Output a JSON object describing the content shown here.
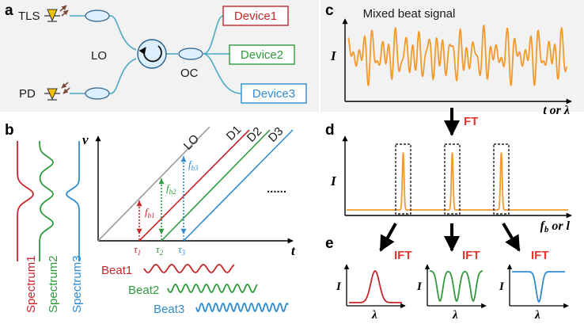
{
  "panels": {
    "a": "a",
    "b": "b",
    "c": "c",
    "d": "d",
    "e": "e"
  },
  "panel_a": {
    "tls": "TLS",
    "pd": "PD",
    "lo": "LO",
    "oc": "OC",
    "devices": [
      "Device1",
      "Device2",
      "Device3"
    ]
  },
  "panel_b": {
    "spectra": [
      "Spectrum1",
      "Spectrum2",
      "Spectrum3"
    ],
    "y_axis": "v",
    "x_axis": "t",
    "lines": [
      "LO",
      "D1",
      "D2",
      "D3"
    ],
    "beat_freq_labels": [
      {
        "f": "f",
        "sub": "b1"
      },
      {
        "f": "f",
        "sub": "b2"
      },
      {
        "f": "f",
        "sub": "b3"
      }
    ],
    "tau_labels": [
      {
        "t": "τ",
        "sub": "1"
      },
      {
        "t": "τ",
        "sub": "2"
      },
      {
        "t": "τ",
        "sub": "3"
      }
    ],
    "ellipsis": "......",
    "beats": [
      "Beat1",
      "Beat2",
      "Beat3"
    ]
  },
  "panel_c": {
    "title": "Mixed beat signal",
    "y_axis": "I",
    "x_axis": "t or λ"
  },
  "ft": "FT",
  "panel_d": {
    "y_axis": "I",
    "x_axis": {
      "f": "f",
      "sub": "b",
      "rest": " or l"
    }
  },
  "panel_e": {
    "ift": "IFT",
    "y_axis": "I",
    "x_axis": "λ"
  },
  "colors": {
    "device1": "#c8262c",
    "device2": "#2e9a3c",
    "device3": "#2f8bd0",
    "lo": "#9a9a9a",
    "signal": "#f39a2c",
    "fiber": "#4aa9c4",
    "panel_bg": "#f2f2f2",
    "accent_red": "#e8332e"
  }
}
